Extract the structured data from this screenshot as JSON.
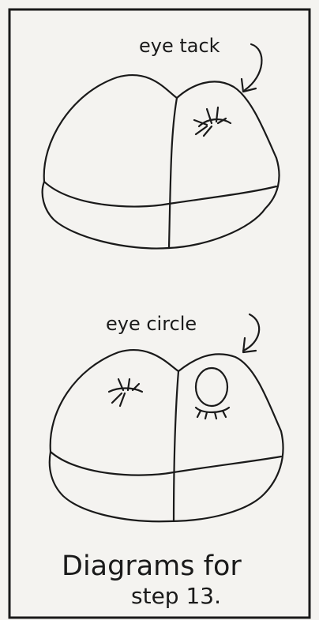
{
  "diagram": {
    "top_label": "eye tack",
    "bottom_label": "eye circle",
    "caption_line1": "Diagrams for",
    "caption_line2": "step 13."
  },
  "colors": {
    "paper": "#f4f3f0",
    "ink": "#1a1a1a"
  }
}
